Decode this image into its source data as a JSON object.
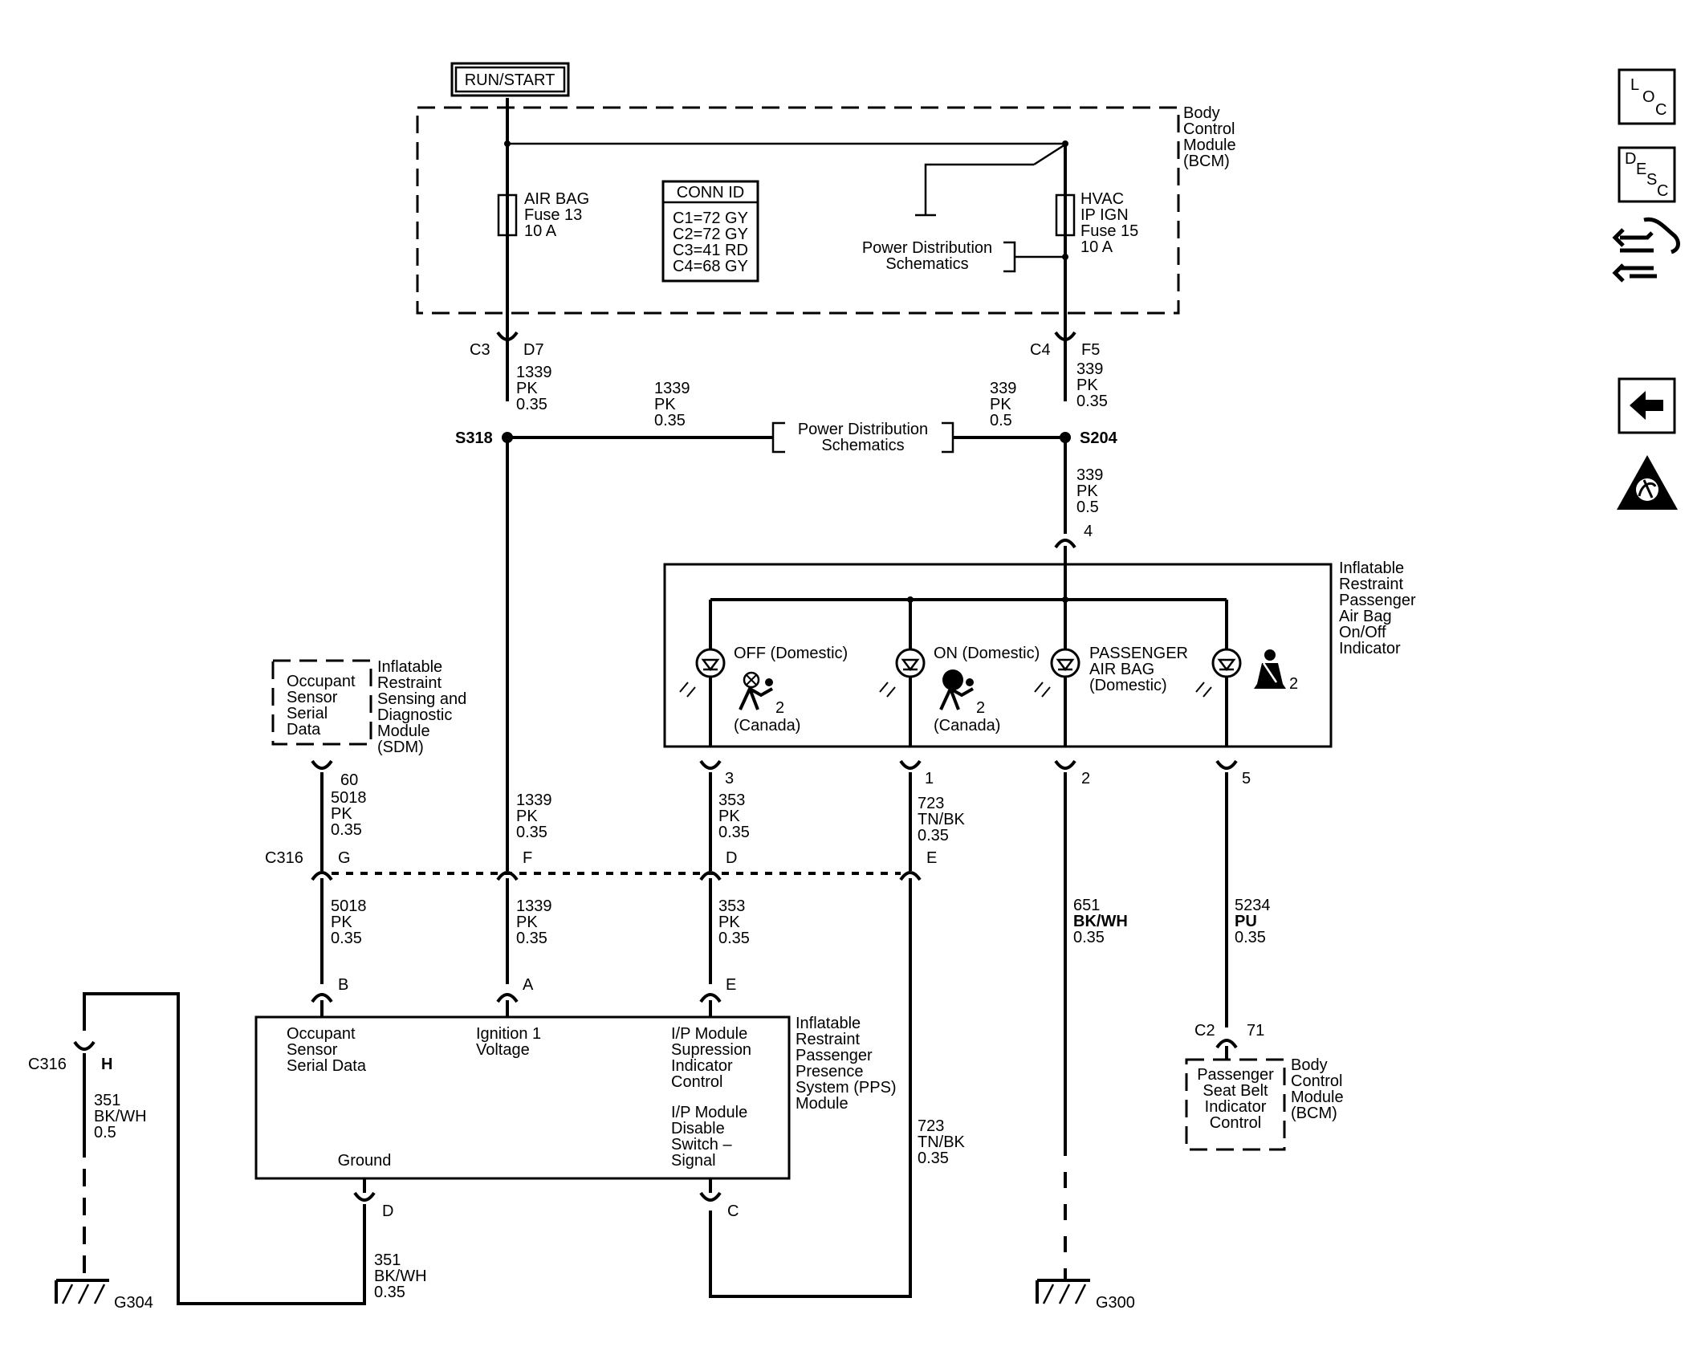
{
  "power": {
    "run_start": "RUN/START"
  },
  "bcm_top": {
    "name": [
      "Body",
      "Control",
      "Module",
      "(BCM)"
    ],
    "fuse_airbag": [
      "AIR BAG",
      "Fuse 13",
      "10 A"
    ],
    "fuse_hvac": [
      "HVAC",
      "IP IGN",
      "Fuse 15",
      "10 A"
    ],
    "conn_id_title": "CONN ID",
    "conn_ids": [
      "C1=72 GY",
      "C2=72 GY",
      "C3=41 RD",
      "C4=68 GY"
    ],
    "pds_label": [
      "Power Distribution",
      "Schematics"
    ]
  },
  "connectors": {
    "c3": "C3",
    "d7": "D7",
    "c4": "C4",
    "f5": "F5",
    "s318": "S318",
    "s204": "S204",
    "pin4": "4",
    "c316": "C316",
    "c316_h": "C316",
    "pin_g": "G",
    "pin_f": "F",
    "pin_d": "D",
    "pin_e": "E",
    "pin_h": "H",
    "pin_b": "B",
    "pin_a": "A",
    "pin_e2": "E",
    "pin_60": "60",
    "pin_3": "3",
    "pin_1": "1",
    "pin_2": "2",
    "pin_5": "5",
    "pin_d2": "D",
    "pin_c": "C",
    "c2": "C2",
    "pin_71": "71",
    "g304": "G304",
    "g300": "G300"
  },
  "wires": {
    "w1339_a": [
      "1339",
      "PK",
      "0.35"
    ],
    "w1339_b": [
      "1339",
      "PK",
      "0.35"
    ],
    "w339_a": [
      "339",
      "PK",
      "0.5"
    ],
    "w339_b": [
      "339",
      "PK",
      "0.35"
    ],
    "w339_c": [
      "339",
      "PK",
      "0.5"
    ],
    "w5018_a": [
      "5018",
      "PK",
      "0.35"
    ],
    "w1339_c": [
      "1339",
      "PK",
      "0.35"
    ],
    "w353_a": [
      "353",
      "PK",
      "0.35"
    ],
    "w723_a": [
      "723",
      "TN/BK",
      "0.35"
    ],
    "w5018_b": [
      "5018",
      "PK",
      "0.35"
    ],
    "w1339_d": [
      "1339",
      "PK",
      "0.35"
    ],
    "w353_b": [
      "353",
      "PK",
      "0.35"
    ],
    "w651": [
      "651",
      "BK/WH",
      "0.35"
    ],
    "w5234": [
      "5234",
      "PU",
      "0.35"
    ],
    "w351_a": [
      "351",
      "BK/WH",
      "0.5"
    ],
    "w351_b": [
      "351",
      "BK/WH",
      "0.35"
    ],
    "w723_b": [
      "723",
      "TN/BK",
      "0.35"
    ]
  },
  "pds_mid": [
    "Power Distribution",
    "Schematics"
  ],
  "indicator": {
    "name": [
      "Inflatable",
      "Restraint",
      "Passenger",
      "Air Bag",
      "On/Off",
      "Indicator"
    ],
    "off_label": "OFF (Domestic)",
    "on_label": "ON (Domestic)",
    "canada_1": "(Canada)",
    "canada_2": "(Canada)",
    "passenger": [
      "PASSENGER",
      "AIR BAG",
      "(Domestic)"
    ],
    "two_1": "2",
    "two_2": "2",
    "two_3": "2"
  },
  "sdm": {
    "inner": [
      "Occupant",
      "Sensor",
      "Serial",
      "Data"
    ],
    "name": [
      "Inflatable",
      "Restraint",
      "Sensing and",
      "Diagnostic",
      "Module",
      "(SDM)"
    ]
  },
  "pps": {
    "name": [
      "Inflatable",
      "Restraint",
      "Passenger",
      "Presence",
      "System (PPS)",
      "Module"
    ],
    "occupant": [
      "Occupant",
      "Sensor",
      "Serial Data"
    ],
    "ignition": [
      "Ignition 1",
      "Voltage"
    ],
    "suppression": [
      "I/P Module",
      "Supression",
      "Indicator",
      "Control"
    ],
    "disable": [
      "I/P Module",
      "Disable",
      "Switch –",
      "Signal"
    ],
    "ground": "Ground"
  },
  "bcm_bottom": {
    "inner": [
      "Passenger",
      "Seat Belt",
      "Indicator",
      "Control"
    ],
    "name": [
      "Body",
      "Control",
      "Module",
      "(BCM)"
    ]
  },
  "nav": {
    "loc": [
      "L",
      "O",
      "C"
    ],
    "desc": [
      "D",
      "E",
      "S",
      "C"
    ]
  }
}
